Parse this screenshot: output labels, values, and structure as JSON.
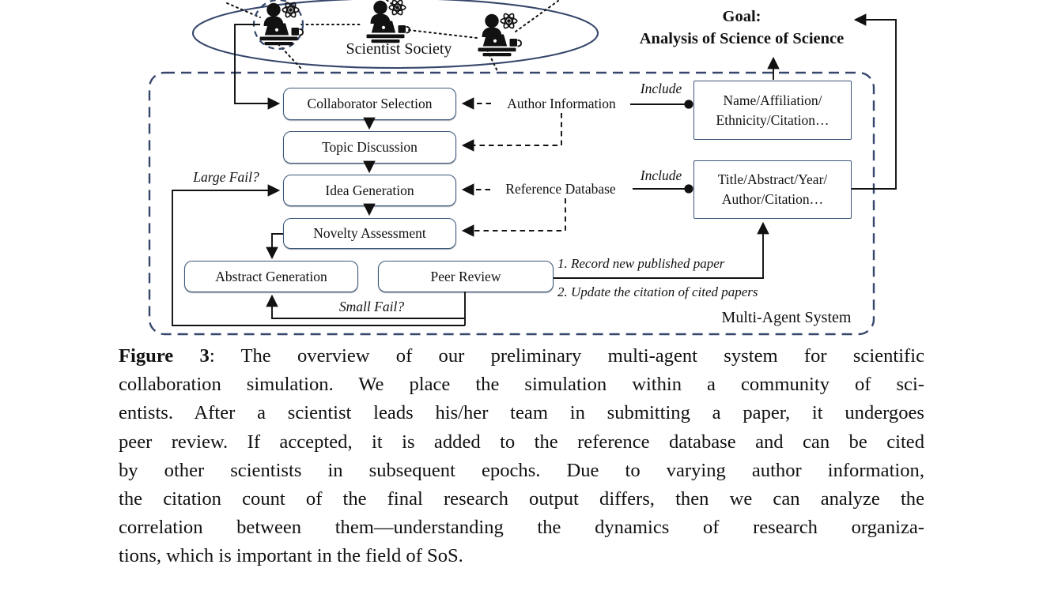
{
  "colors": {
    "navy_outline": "#36476b",
    "box_border": "#3b5578",
    "ink": "#111111",
    "background": "#ffffff"
  },
  "society": {
    "label": "Scientist Society"
  },
  "goal": {
    "line1": "Goal:",
    "line2": "Analysis of Science of Science"
  },
  "flow": {
    "collaborator_selection": "Collaborator Selection",
    "topic_discussion": "Topic Discussion",
    "idea_generation": "Idea Generation",
    "novelty_assessment": "Novelty Assessment",
    "abstract_generation": "Abstract Generation",
    "peer_review": "Peer Review"
  },
  "data_sources": {
    "author_information": "Author Information",
    "reference_database": "Reference Database",
    "include_top": "Include",
    "include_bottom": "Include",
    "name_box_line1": "Name/Affiliation/",
    "name_box_line2": "Ethnicity/Citation…",
    "title_box_line1": "Title/Abstract/Year/",
    "title_box_line2": "Author/Citation…"
  },
  "edges": {
    "large_fail": "Large Fail?",
    "small_fail": "Small Fail?",
    "note1": "1. Record new published paper",
    "note2": "2. Update the citation of cited papers"
  },
  "system": {
    "label": "Multi-Agent System"
  },
  "icons": {
    "scientist": "scientist-at-laptop-with-atom-icon",
    "selected_marker": "dashed-selection-circle"
  },
  "caption": {
    "label": "Figure 3",
    "line1_rest": ": The overview of our preliminary multi-agent system for scientific",
    "lines": [
      "collaboration simulation. We place the simulation within a community of sci-",
      "entists. After a scientist leads his/her team in submitting a paper, it undergoes",
      "peer review. If accepted, it is added to the reference database and can be cited",
      "by other scientists in subsequent epochs. Due to varying author information,",
      "the citation count of the final research output differs, then we can analyze the",
      "correlation between them—understanding the dynamics of research organiza-",
      "tions, which is important in the field of SoS."
    ]
  }
}
